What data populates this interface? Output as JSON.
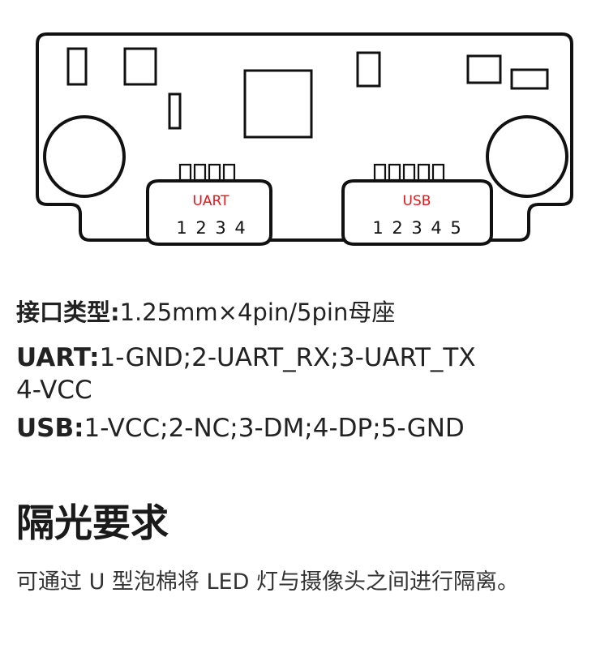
{
  "diagram": {
    "uart_connector_label": "UART",
    "uart_pins": [
      "1",
      "2",
      "3",
      "4"
    ],
    "usb_connector_label": "USB",
    "usb_pins": [
      "1",
      "2",
      "3",
      "4",
      "5"
    ],
    "connector_label_color": "#e8141c"
  },
  "specs": {
    "interface": {
      "label": "接口类型:",
      "value": "1.25mm×4pin/5pin母座"
    },
    "uart": {
      "label": "UART:",
      "value": "1-GND;2-UART_RX;3-UART_TX",
      "value_line2": "4-VCC"
    },
    "usb": {
      "label": "USB:",
      "value": "1-VCC;2-NC;3-DM;4-DP;5-GND"
    }
  },
  "section": {
    "title": "隔光要求",
    "body": "可通过 U 型泡棉将 LED 灯与摄像头之间进行隔离。"
  }
}
